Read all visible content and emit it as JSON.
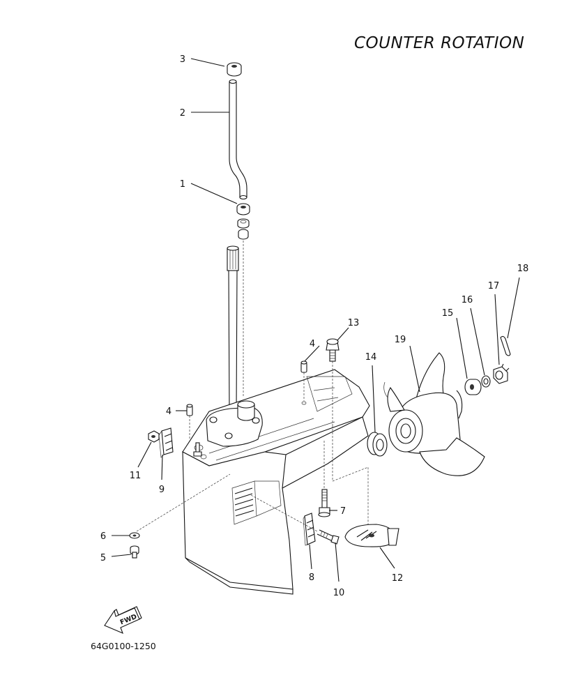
{
  "title": "COUNTER ROTATION",
  "drawing_code": "64G0100-1250",
  "fwd_label": "FWD",
  "callouts": [
    {
      "n": "1"
    },
    {
      "n": "2"
    },
    {
      "n": "3"
    },
    {
      "n": "4"
    },
    {
      "n": "4"
    },
    {
      "n": "5"
    },
    {
      "n": "6"
    },
    {
      "n": "7"
    },
    {
      "n": "8"
    },
    {
      "n": "9"
    },
    {
      "n": "10"
    },
    {
      "n": "11"
    },
    {
      "n": "12"
    },
    {
      "n": "13"
    },
    {
      "n": "14"
    },
    {
      "n": "15"
    },
    {
      "n": "16"
    },
    {
      "n": "17"
    },
    {
      "n": "18"
    },
    {
      "n": "19"
    }
  ]
}
